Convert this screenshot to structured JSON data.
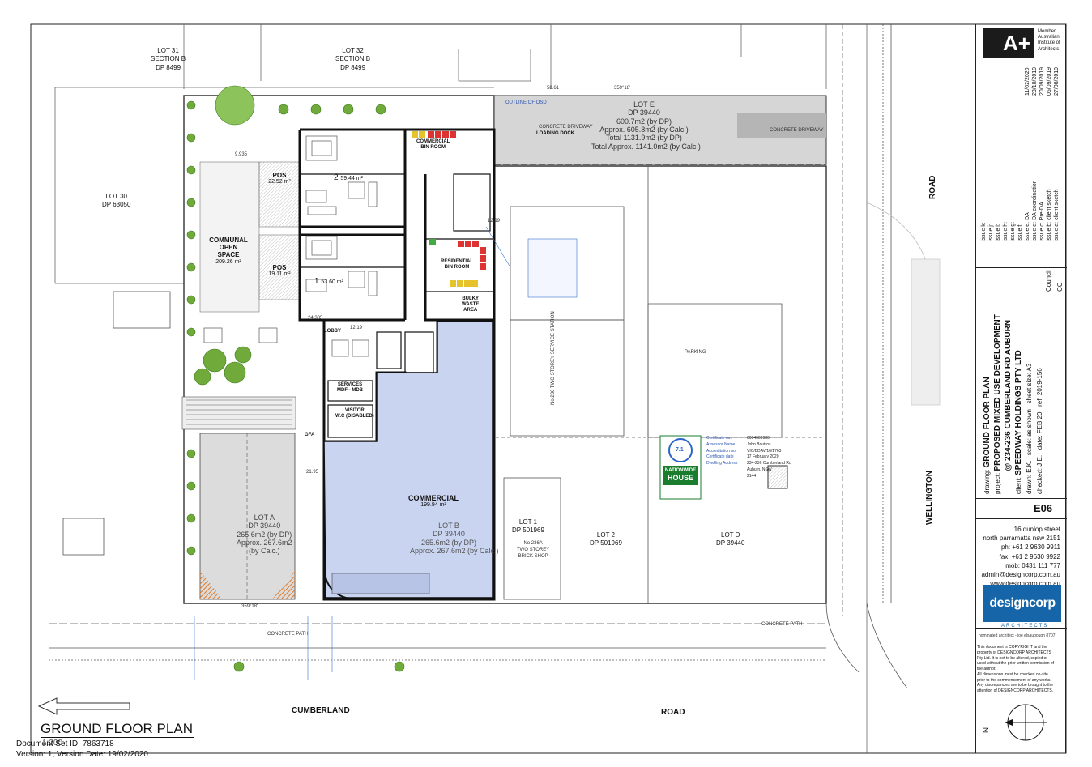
{
  "drawing": {
    "plan_title": "GROUND FLOOR PLAN",
    "scale_text": "1:200",
    "document_id": "Document Set ID: 7863718",
    "version": "Version: 1, Version Date: 19/02/2020"
  },
  "neighbours": {
    "lot31": [
      "LOT 31",
      "SECTION B",
      "DP 8499"
    ],
    "lot32": [
      "LOT 32",
      "SECTION B",
      "DP 8499"
    ],
    "lot30": [
      "LOT 30",
      "DP 63050"
    ]
  },
  "streets": {
    "cumberland": "CUMBERLAND",
    "road_bottom": "ROAD",
    "wellington": "WELLINGTON",
    "road_right": "ROAD"
  },
  "rooms": {
    "communal": [
      "COMMUNAL",
      "OPEN",
      "SPACE"
    ],
    "communal_area": "209.26 m²",
    "pos_top": "POS",
    "pos_top_area": "22.52 m²",
    "pos_bottom": "POS",
    "pos_bottom_area": "19.11 m²",
    "unit2": "2",
    "unit2_area": "59.44 m²",
    "unit1": "1",
    "unit1_area": "53.60 m²",
    "commercial_bin": [
      "COMMERCIAL",
      "BIN ROOM"
    ],
    "residential_bin": [
      "RESIDENTIAL",
      "BIN ROOM"
    ],
    "bulky_waste": [
      "BULKY",
      "WASTE",
      "AREA"
    ],
    "lobby": "LOBBY",
    "services": [
      "SERVICES",
      "MDF - MDB"
    ],
    "visitor_wc": [
      "VISITOR",
      "W.C (DISABLED)"
    ],
    "gfa": "GFA",
    "commercial": "COMMERCIAL",
    "commercial_area": "199.94 m²",
    "loading_dock": "LOADING DOCK",
    "concrete_driveway": "CONCRETE DRIVEWAY",
    "concrete_path": "CONCRETE PATH",
    "outline_of_osd": "OUTLINE OF OSD"
  },
  "lots": {
    "lot_e": [
      "LOT E",
      "DP 39440",
      "600.7m2 (by DP)",
      "Approx. 605.8m2 (by Calc.)",
      "Total 1131.9m2 (by DP)",
      "Total Approx. 1141.0m2 (by Calc.)"
    ],
    "lot_a": [
      "LOT A",
      "DP 39440",
      "265.6m2 (by DP)",
      "Approx. 267.6m2",
      "(by Calc.)"
    ],
    "lot_b": [
      "LOT B",
      "DP 39440",
      "265.6m2 (by DP)",
      "Approx. 267.6m2 (by Calc.)"
    ],
    "lot_1": [
      "LOT 1",
      "DP 501969"
    ],
    "lot_2": [
      "LOT 2",
      "DP 501969"
    ],
    "lot_d": [
      "LOT D",
      "DP 39440"
    ],
    "service_station": "No 236 TWO STOREY SERVICE STATION",
    "brick_shop": [
      "No 236A",
      "TWO STOREY",
      "BRICK SHOP"
    ],
    "parking": "PARKING"
  },
  "nathers": {
    "stars": "7.1",
    "brand": [
      "NATIONWIDE",
      "HOUSE"
    ],
    "cert_labels": [
      "Certificate no.",
      "Assessor Name",
      "Accreditation no.",
      "Certificate date",
      "Dwelling Address"
    ],
    "cert_values": [
      "0004603986",
      "John Boutros",
      "VIC/BDAV/16/1763",
      "17 February 2020",
      "234-236 Cumberland Rd",
      "Auburn, NSW",
      "2144"
    ]
  },
  "title_block": {
    "member_text": [
      "Member",
      "Australian",
      "Institute of",
      "Architects"
    ],
    "aplus": "A+",
    "issues": [
      {
        "label": "issue k:",
        "value": ""
      },
      {
        "label": "issue j:",
        "value": ""
      },
      {
        "label": "issue i:",
        "value": ""
      },
      {
        "label": "issue h:",
        "value": ""
      },
      {
        "label": "issue g:",
        "value": ""
      },
      {
        "label": "issue f:",
        "value": ""
      },
      {
        "label": "issue e:",
        "value": "DA",
        "date": "11/02/2020"
      },
      {
        "label": "issue d:",
        "value": "DA coordination",
        "date": "23/10/2019"
      },
      {
        "label": "issue c:",
        "value": "Pre-DA",
        "date": "20/09/2019"
      },
      {
        "label": "issue b:",
        "value": "client sketch",
        "date": "05/09/2019"
      },
      {
        "label": "issue a:",
        "value": "client sketch",
        "date": "27/08/2019"
      }
    ],
    "council_label": "Council",
    "council_value": "CC",
    "drawing_label": "drawing:",
    "drawing_value": "GROUND FLOOR PLAN",
    "project_label": "project:",
    "project_value": [
      "PROPOSED MIXED USE DEVELOPMENT",
      "@ 234-236 CUMBERLAND RD AUBURN"
    ],
    "client_label": "client:",
    "client_value": "SPEEDWAY HOLDINGS PTY LTD",
    "drawn_label": "drawn:",
    "drawn_value": "E.K.",
    "checked_label": "checked:",
    "checked_value": "J.E.",
    "scale_label": "scale:",
    "scale_value": "as shown",
    "sheet_label": "sheet size:",
    "sheet_value": "A3",
    "date_label": "date:",
    "date_value": "FEB 20",
    "ref_label": "ref:",
    "ref_value": "2019-156",
    "sheet_no": "E06",
    "address": [
      "16 dunlop street",
      "north parramatta nsw 2151",
      "ph: +61 2 9630 9911",
      "fax: +61 2 9630 9922",
      "mob: 0431 111 777",
      "admin@designcorp.com.au",
      "www.designcorp.com.au"
    ],
    "logo": "designcorp",
    "logo_sub": "ARCHITECTS",
    "nominated": "nominated architect - joe elsaubough 8707",
    "copyright": [
      "This document is COPYRIGHT and the",
      "property of DESIGNCORP ARCHITECTS",
      "Pty Ltd. It is not to be altered, copied or",
      "used without the prior written permission of",
      "the author.",
      "All dimensions must be checked on-site",
      "prior to the commencement of any works.",
      "Any discrepancies are to be brought to the",
      "attention of DESIGNCORP ARCHITECTS."
    ],
    "north": "N"
  },
  "dims": {
    "boundary_top": "359°18'",
    "boundary_bottom": "359°18'",
    "width_top": "58.61",
    "d1": "9.935",
    "d2": "12.19",
    "d3": "24.385",
    "d4": "12.19",
    "d5": "21.95"
  },
  "colors": {
    "commercial_fill": "#c9d4f0",
    "lot_e_fill": "#d6d6d6",
    "lot_a_fill": "#dcdcdc",
    "tree_green": "#6faa3a",
    "hatch_orange": "#e07a2a",
    "dc_blue": "#1565a8"
  }
}
